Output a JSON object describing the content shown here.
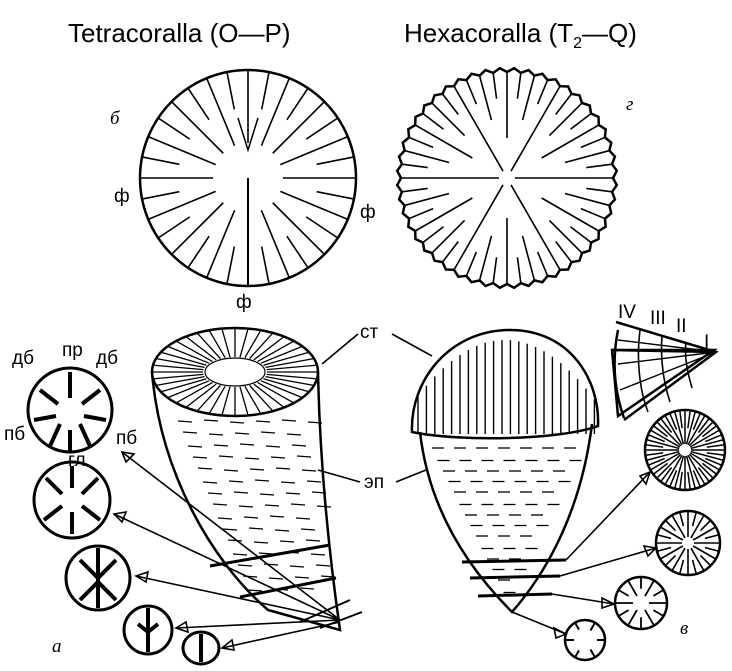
{
  "titles": {
    "left": "Tetracoralla (O—P)",
    "right_prefix": "Hexacoralla (T",
    "right_sub": "2",
    "right_suffix": "—Q)"
  },
  "panel_letters": {
    "a": "а",
    "b": "б",
    "v": "в",
    "g": "г"
  },
  "labels": {
    "f": "ф",
    "st": "ст",
    "ep": "эп",
    "db": "дб",
    "pr": "пр",
    "pb": "пб",
    "gl": "гл"
  },
  "cycles": [
    "IV",
    "III",
    "II",
    "I"
  ]
}
